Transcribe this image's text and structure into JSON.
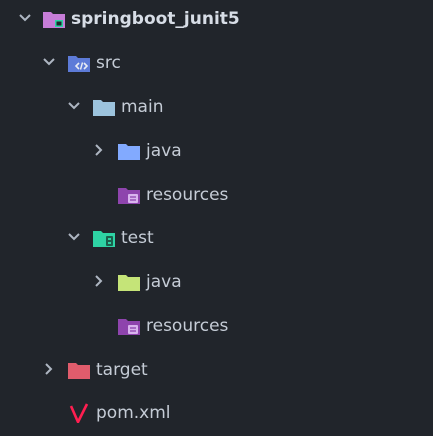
{
  "tree": {
    "root": {
      "label": "springboot_junit5",
      "expanded": true,
      "icon": "module-folder-icon"
    },
    "src": {
      "label": "src",
      "expanded": true,
      "icon": "source-folder-icon"
    },
    "main": {
      "label": "main",
      "expanded": true,
      "icon": "folder-icon"
    },
    "main_java": {
      "label": "java",
      "expanded": false,
      "icon": "java-source-folder-icon"
    },
    "main_resources": {
      "label": "resources",
      "icon": "resources-folder-icon"
    },
    "test": {
      "label": "test",
      "expanded": true,
      "icon": "test-folder-icon"
    },
    "test_java": {
      "label": "java",
      "expanded": false,
      "icon": "test-java-folder-icon"
    },
    "test_resources": {
      "label": "resources",
      "icon": "resources-folder-icon"
    },
    "target": {
      "label": "target",
      "expanded": false,
      "icon": "target-folder-icon"
    },
    "pom": {
      "label": "pom.xml",
      "icon": "maven-icon"
    }
  },
  "colors": {
    "background": "#21252b",
    "text": "#c5ccd6",
    "chevron": "#aeb6c2",
    "module_folder": "#c77dd8",
    "source_folder": "#5d7bd8",
    "plain_folder": "#9cc3dd",
    "java_folder": "#82aaff",
    "resources_folder": "#8e44ad",
    "test_folder": "#2ed3a4",
    "test_java_folder": "#c5e478",
    "target_folder": "#e05c6c",
    "maven": "#ff1e50"
  }
}
